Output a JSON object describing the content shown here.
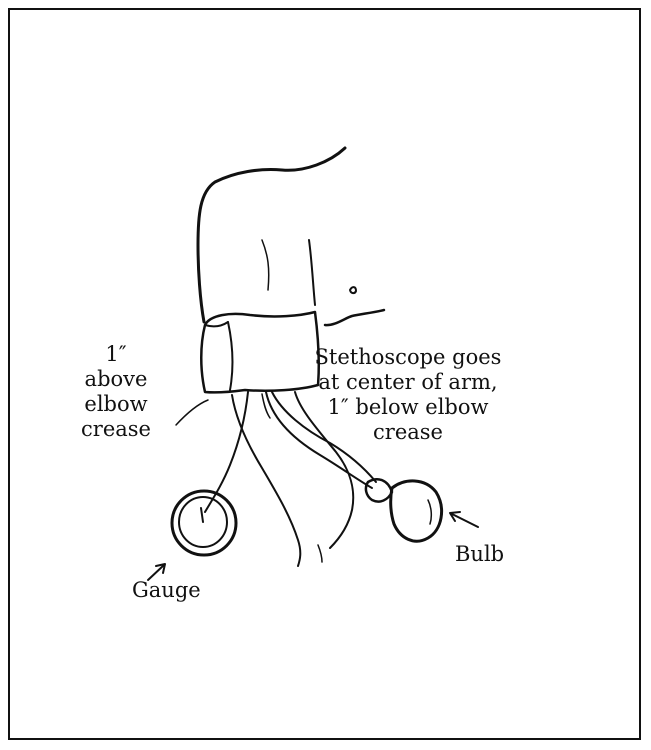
{
  "labels": {
    "cuff": {
      "line1": "1″",
      "line2": "above",
      "line3": "elbow",
      "line4": "crease"
    },
    "stethoscope": {
      "line1": "Stethoscope goes",
      "line2": "at center of arm,",
      "line3": "1″ below elbow",
      "line4": "crease"
    },
    "gauge": "Gauge",
    "bulb": "Bulb"
  },
  "colors": {
    "ink": "#111111",
    "background": "#ffffff"
  }
}
